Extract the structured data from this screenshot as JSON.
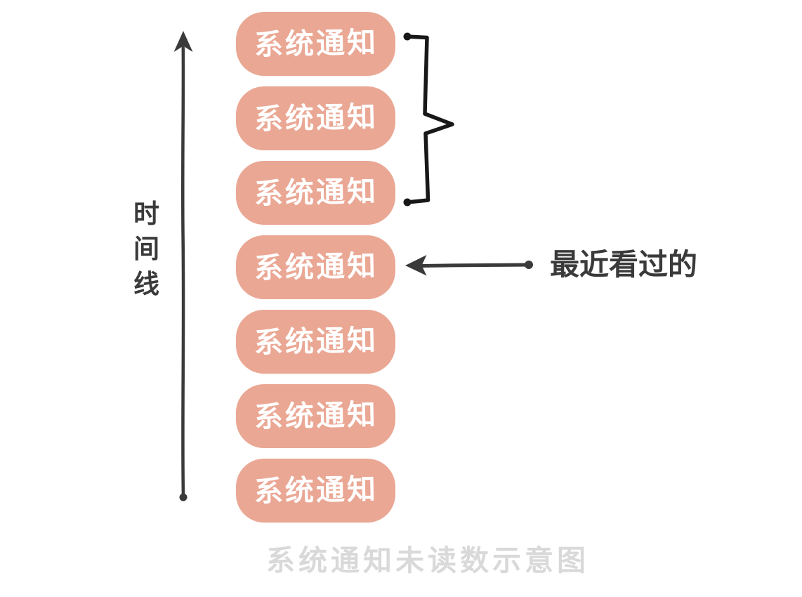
{
  "figure": {
    "caption": "系统通知未读数示意图"
  },
  "timeline": {
    "label": "时间线",
    "label_chars": [
      "时",
      "间",
      "线"
    ],
    "icon": "arrow-up"
  },
  "notifications": {
    "count": 7,
    "items": [
      {
        "label": "系统通知"
      },
      {
        "label": "系统通知"
      },
      {
        "label": "系统通知"
      },
      {
        "label": "系统通知"
      },
      {
        "label": "系统通知"
      },
      {
        "label": "系统通知"
      },
      {
        "label": "系统通知"
      }
    ]
  },
  "annotations": {
    "recent_label": "最近看过的",
    "recent_arrow_icon": "arrow-left",
    "top_group_icon": "curly-brace"
  },
  "colors": {
    "background": "#FFFFFF",
    "box_fill": "#EAA794",
    "box_text": "#FFFFFF",
    "ink": "#3A3A3A",
    "brace_ink": "#181818",
    "caption_text": "#D9D9D9"
  }
}
